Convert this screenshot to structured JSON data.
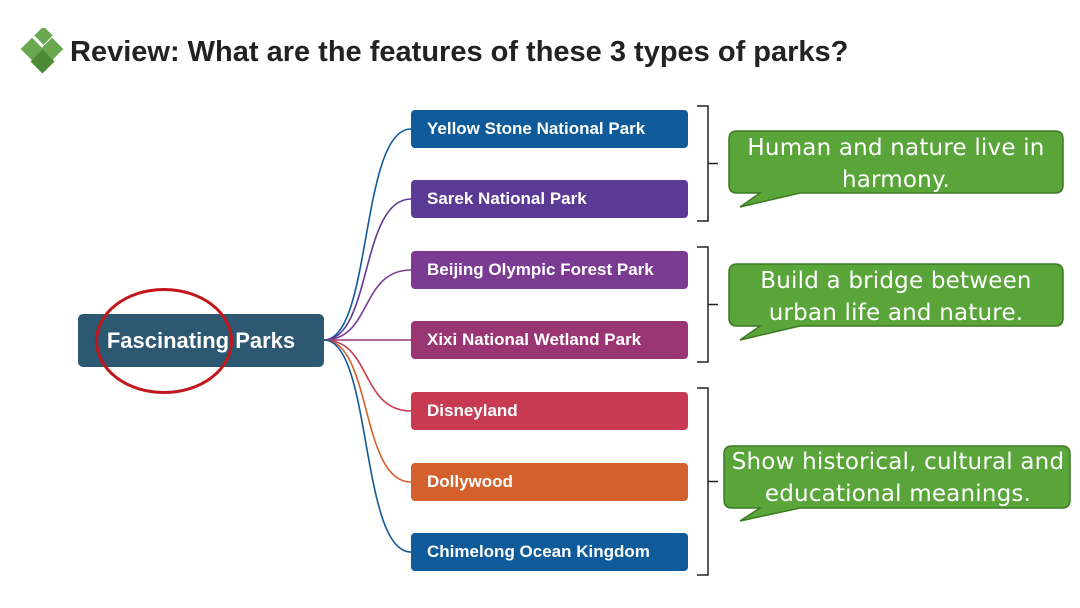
{
  "title": "Review: What are the features of these 3 types of parks?",
  "colors": {
    "root": "#2c5872",
    "bubble_fill": "#5aa53a",
    "bubble_stroke": "#3c7a22",
    "ellipse": "#c0171c",
    "logo": "#6aa84f"
  },
  "mindmap": {
    "root": "Fascinating Parks",
    "branches": [
      {
        "label": "Yellow Stone National Park",
        "color": "#0f5a98"
      },
      {
        "label": "Sarek National Park",
        "color": "#5b3a95"
      },
      {
        "label": "Beijing Olympic Forest Park",
        "color": "#7b3b92"
      },
      {
        "label": "Xixi National Wetland Park",
        "color": "#9a3574"
      },
      {
        "label": "Disneyland",
        "color": "#c73a52"
      },
      {
        "label": "Dollywood",
        "color": "#d4602c"
      },
      {
        "label": "Chimelong Ocean Kingdom",
        "color": "#0f5a98"
      }
    ]
  },
  "features": [
    {
      "text": "Human and nature live in harmony."
    },
    {
      "text": "Build a bridge between urban life and nature."
    },
    {
      "text": "Show historical, cultural and educational meanings."
    }
  ]
}
